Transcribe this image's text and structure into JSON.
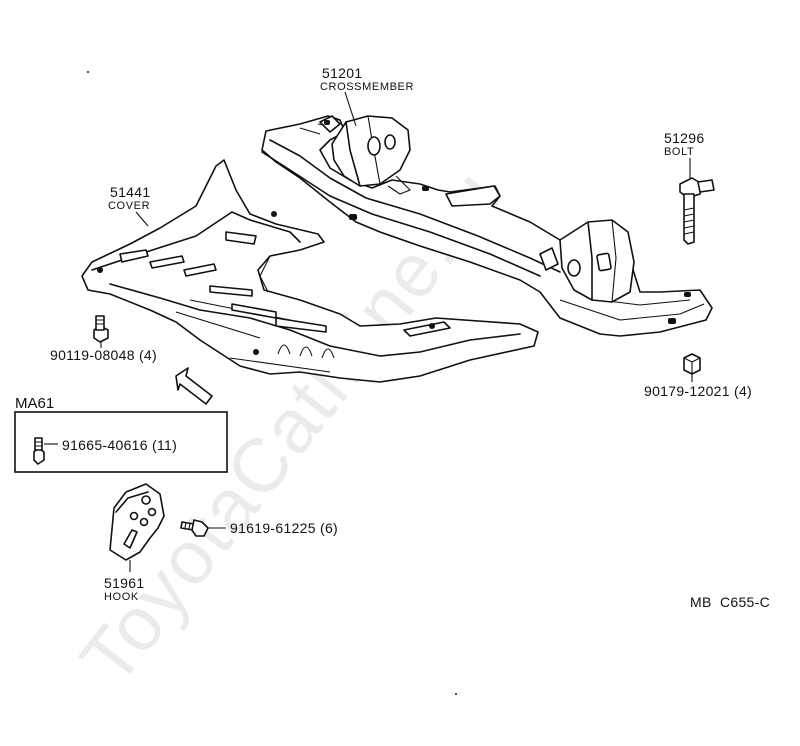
{
  "watermark": "ToyotaCatMine.ru",
  "parts": {
    "crossmember": {
      "number": "51201",
      "name": "CROSSMEMBER"
    },
    "bolt": {
      "number": "51296",
      "name": "BOLT"
    },
    "cover": {
      "number": "51441",
      "name": "COVER"
    },
    "hook": {
      "number": "51961",
      "name": "HOOK"
    }
  },
  "fasteners": {
    "cover_bolt": "90119-08048 (4)",
    "nut": "90179-12021 (4)",
    "ma61_bolt": "91665-40616 (11)",
    "hook_bolt": "91619-61225 (6)"
  },
  "model_box": {
    "label": "MA61"
  },
  "diagram_code": "MB  C655-C"
}
